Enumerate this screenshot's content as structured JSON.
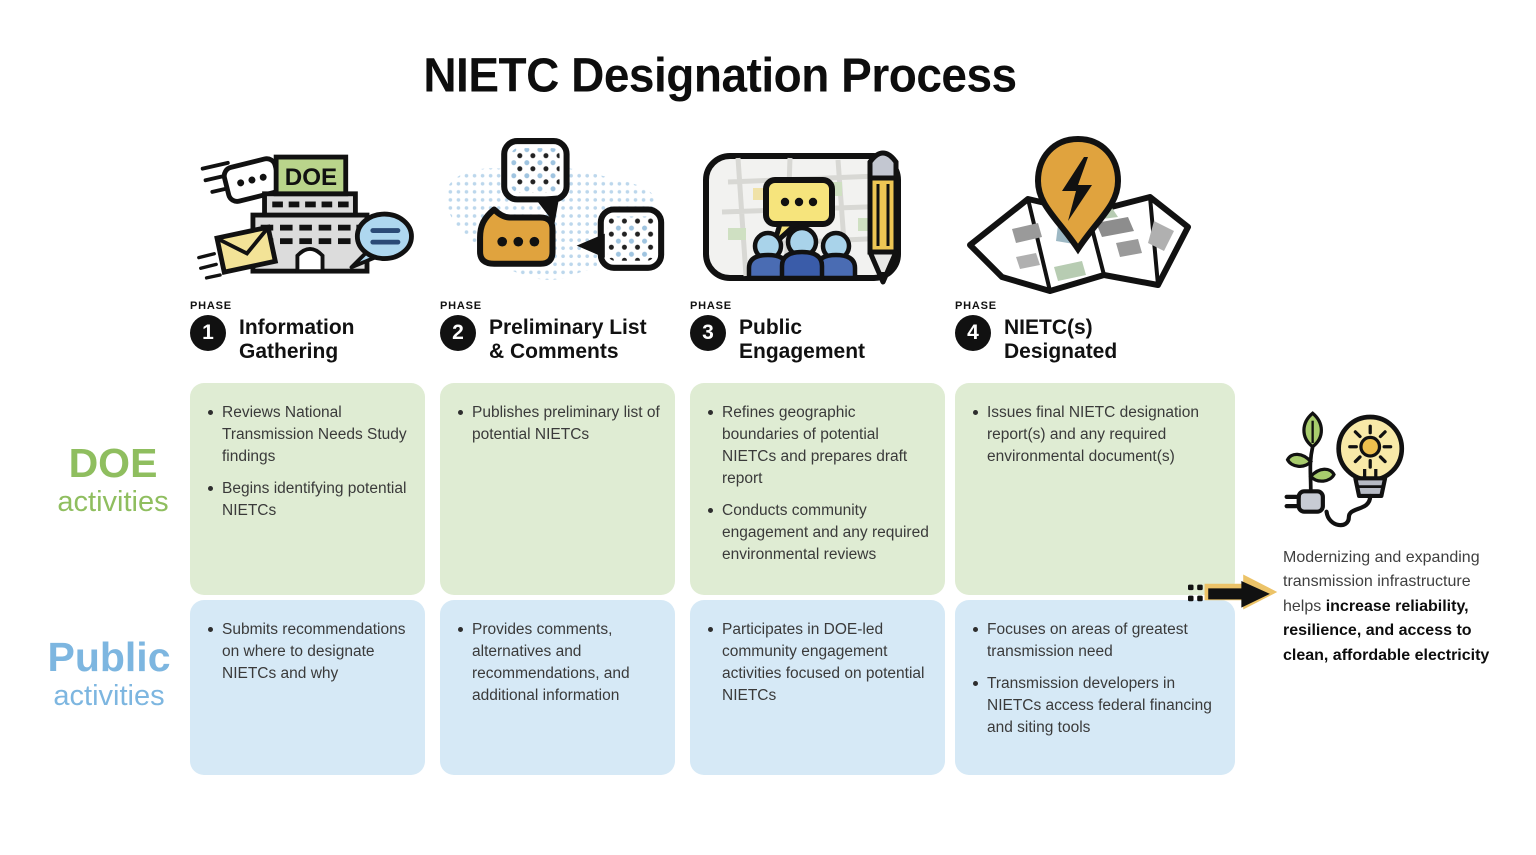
{
  "title": "NIETC Designation Process",
  "phase_label": "PHASE",
  "row_labels": {
    "doe_bold": "DOE",
    "doe_regular": "activities",
    "public_bold": "Public",
    "public_regular": "activities"
  },
  "phases": [
    {
      "number": "1",
      "title": "Information\nGathering",
      "icon": "doe-building-icon",
      "doe_bullets": [
        "Reviews National Transmission Needs Study findings",
        "Begins identifying potential NIETCs"
      ],
      "public_bullets": [
        "Submits recommendations on where to designate NIETCs and why"
      ]
    },
    {
      "number": "2",
      "title": "Preliminary List\n& Comments",
      "icon": "us-map-comments-icon",
      "doe_bullets": [
        "Publishes preliminary list of potential NIETCs"
      ],
      "public_bullets": [
        "Provides comments, alternatives and recommendations, and additional information"
      ]
    },
    {
      "number": "3",
      "title": "Public\nEngagement",
      "icon": "community-map-icon",
      "doe_bullets": [
        "Refines geographic boundaries of potential NIETCs and prepares draft report",
        "Conducts community engagement and any required environmental reviews"
      ],
      "public_bullets": [
        "Participates in DOE-led community engagement activities focused on potential NIETCs"
      ]
    },
    {
      "number": "4",
      "title": "NIETC(s)\nDesignated",
      "icon": "map-pin-lightning-icon",
      "doe_bullets": [
        "Issues final NIETC designation report(s) and any required environmental document(s)"
      ],
      "public_bullets": [
        "Focuses on areas of greatest transmission need",
        "Transmission developers in NIETCs access federal financing and siting tools"
      ]
    }
  ],
  "outcome": {
    "icon": "clean-electricity-icon",
    "arrow_icon": "right-arrow-icon",
    "text_regular": "Modernizing and expanding transmission infrastructure helps ",
    "text_bold": "increase reliability, resilience, and access to clean, affordable electricity"
  },
  "doe_sign_text": "DOE",
  "colors": {
    "doe_green_label": "#8fbe5f",
    "public_blue_label": "#7db6e0",
    "doe_box_green": "#dfecd3",
    "public_box_blue": "#d6e9f6",
    "accent_orange": "#e0a33e",
    "accent_yellow": "#f3e397",
    "arrow_gold": "#ecc368",
    "text_dark": "#3a3a3a"
  }
}
